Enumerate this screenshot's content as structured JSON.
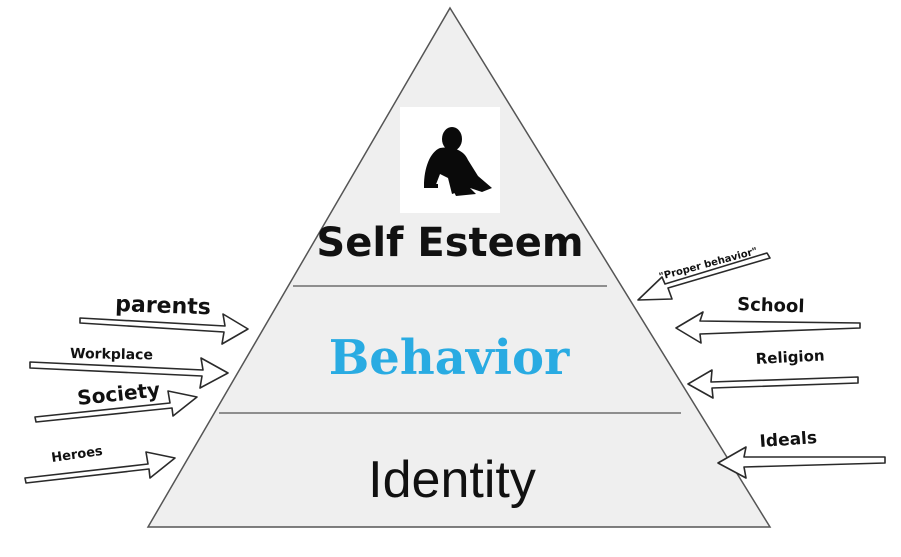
{
  "tiers": {
    "top": "Self Esteem",
    "middle": "Behavior",
    "bottom": "Identity"
  },
  "left_influences": [
    "parents",
    "Workplace",
    "Society",
    "Heroes"
  ],
  "right_influences": [
    "\"Proper behavior\"",
    "School",
    "Religion",
    "Ideals"
  ],
  "icons": {
    "top": "sitting-person-silhouette-icon"
  },
  "colors": {
    "pyramid_fill": "#efefef",
    "pyramid_stroke": "#555555",
    "behavior_text": "#29abe2",
    "arrow_stroke": "#2a2a2a"
  }
}
